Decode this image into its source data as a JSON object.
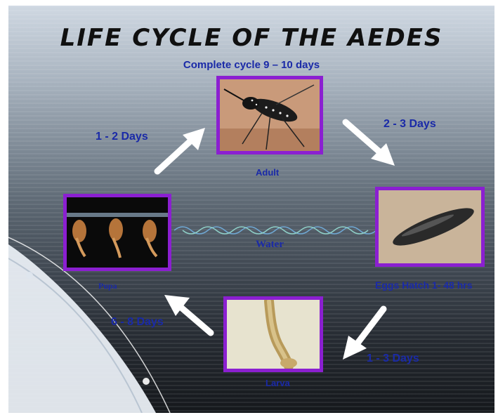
{
  "title": "LIFE CYCLE OF THE AEDES",
  "subtitle": "Complete cycle 9 – 10 days",
  "stages": {
    "adult": "Adult",
    "eggs": "Eggs Hatch 1- 48 hrs",
    "larva": "Larva",
    "pupa": "Pupa"
  },
  "durations": {
    "pupa_to_adult": "1 - 2 Days",
    "adult_to_eggs": "2 - 3 Days",
    "eggs_to_larva": "1 - 3 Days",
    "larva_to_pupa": "6 - 8 Days"
  },
  "water_label": "Water",
  "colors": {
    "label_blue": "#1a2aa8",
    "frame_purple": "#8b1fd1"
  }
}
